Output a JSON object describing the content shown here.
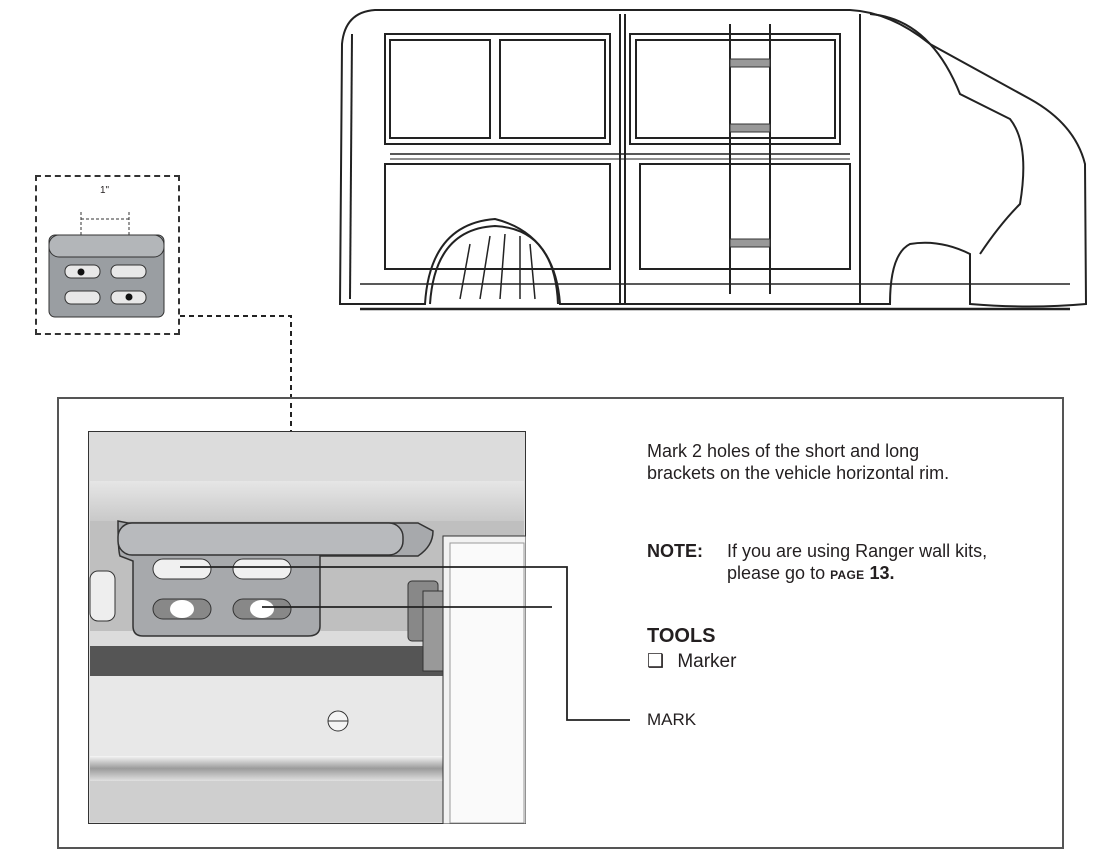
{
  "inset": {
    "dimension_label": "1\""
  },
  "instructions": {
    "text": "Mark 2 holes of the short and long brackets on the vehicle horizontal rim."
  },
  "note": {
    "label": "NOTE:",
    "text_before": "If you are using Ranger wall kits, please go to",
    "page_word": "PAGE",
    "page_number": "13."
  },
  "tools": {
    "title": "TOOLS",
    "checkbox": "❑",
    "items": [
      "Marker"
    ]
  },
  "callouts": {
    "mark": "MARK"
  }
}
